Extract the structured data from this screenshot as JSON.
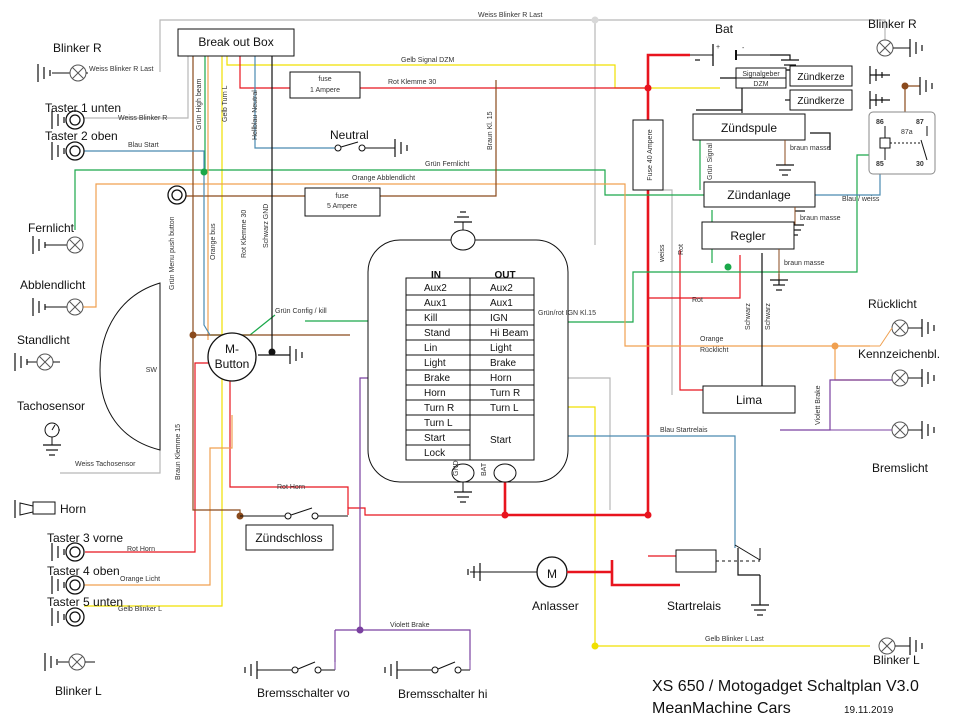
{
  "title": {
    "line1": "XS 650 / Motogadget Schaltplan V3.0",
    "line2": "MeanMachine Cars",
    "date": "19.11.2019"
  },
  "components": {
    "blinker_r_left": "Blinker R",
    "blinker_r_right": "Blinker R",
    "taster1": "Taster 1 unten",
    "taster2": "Taster 2 oben",
    "fernlicht": "Fernlicht",
    "abblendlicht": "Abblendlicht",
    "standlicht": "Standlicht",
    "tachosensor": "Tachosensor",
    "horn": "Horn",
    "taster3": "Taster 3 vorne",
    "taster4": "Taster 4 oben",
    "taster5": "Taster 5 unten",
    "blinker_l_left": "Blinker L",
    "blinker_l_right": "Blinker L",
    "breakout": "Break out Box",
    "neutral": "Neutral",
    "bat": "Bat",
    "zuendkerze1": "Zündkerze",
    "zuendkerze2": "Zündkerze",
    "zuendspule": "Zündspule",
    "zuendanlage": "Zündanlage",
    "regler": "Regler",
    "lima": "Lima",
    "ruecklicht": "Rücklicht",
    "kennzeichen": "Kennzeichenbl.",
    "bremslicht": "Bremslicht",
    "zuendschloss": "Zündschloss",
    "anlasser": "Anlasser",
    "motor_m": "M",
    "startrelais": "Startrelais",
    "bremsschalter_vo": "Bremsschalter vo",
    "bremsschalter_hi": "Bremsschalter hi",
    "mbutton": "M-\nButton",
    "sw": "SW",
    "fuse1_title": "fuse",
    "fuse1_value": "1 Ampere",
    "fuse2_title": "fuse",
    "fuse2_value": "5 Ampere",
    "fuse40": "Fuse 40 Ampere",
    "signalgeber": "Signalgeber",
    "dzm": "DZM",
    "relay_pins": [
      "86",
      "87",
      "87a",
      "85",
      "30"
    ],
    "gnd": "GND",
    "bat_small": "BAT",
    "bat_plus": "+",
    "bat_minus": "-"
  },
  "motogadget": {
    "in_header": "IN",
    "out_header": "OUT",
    "in": [
      "Aux2",
      "Aux1",
      "Kill",
      "Stand",
      "Lin",
      "Light",
      "Brake",
      "Horn",
      "Turn R",
      "Turn L",
      "Start",
      "Lock"
    ],
    "out": [
      "Aux2",
      "Aux1",
      "IGN",
      "Hi Beam",
      "Light",
      "Brake",
      "Horn",
      "Turn R",
      "Turn L",
      "Start"
    ]
  },
  "wires": {
    "weiss_blinker_r_last": "Weiss Blinker R Last",
    "weiss_blinker_r_last2": "Weiss Blinker R Last",
    "weiss_blinker_r": "Weiss Blinker R",
    "blau_start": "Blau Start",
    "gruen_fernlicht": "Grün Fernlicht",
    "orange_abblendlicht": "Orange Abblendlicht",
    "gelb_signal_dzm": "Gelb Signal DZM",
    "rot_klemme30": "Rot Klemme 30",
    "gruen_high_beam": "Grün High beam",
    "gelb_turn_l": "Gelb Turn L",
    "hellblau_neutral": "Hellblau Neutral",
    "braun_kl15": "Braun Kl. 15",
    "gruen_menu": "Grün Menu push button",
    "orange_bus": "Orange bus",
    "rot_klemme30_v": "Rot Klemme 30",
    "schwarz_gnd": "Schwarz GND",
    "gruen_config": "Grün Config / kill",
    "gruenrot_ign": "Grün/rot IGN Kl.15",
    "braun_klemme15": "Braun Klemme 15",
    "weiss_tachosensor": "Weiss Tachosensor",
    "rot_horn": "Rot Horn",
    "rot_horn2": "Rot Horn",
    "orange_licht": "Orange Licht",
    "gelb_blinker_l": "Gelb Blinker L",
    "violett_brake": "Violett  Brake",
    "gelb_blinker_l_last": "Gelb Blinker L Last",
    "blau_startrelais": "Blau Startrelais",
    "violett_brake_v": "Violett Brake",
    "orange_ruecklicht1": "Orange",
    "orange_ruecklicht2": "Rücklicht",
    "rot": "Rot",
    "rot_v": "Rot",
    "weiss_v": "weiss",
    "schwarz1": "Schwarz",
    "schwarz2": "Schwarz",
    "gruen_signal": "Grün Signal",
    "blau_weiss": "Blau / weiss",
    "braun_masse1": "braun masse",
    "braun_masse2": "braun masse",
    "braun_masse3": "braun masse"
  },
  "colors": {
    "red": "#e8141e",
    "green": "#1aa84a",
    "orange": "#f0a050",
    "yellow": "#f0e000",
    "brown": "#8a4a1c",
    "blue": "#4a8ab0",
    "violet": "#7a40a0",
    "grey": "#b0b0b0"
  }
}
